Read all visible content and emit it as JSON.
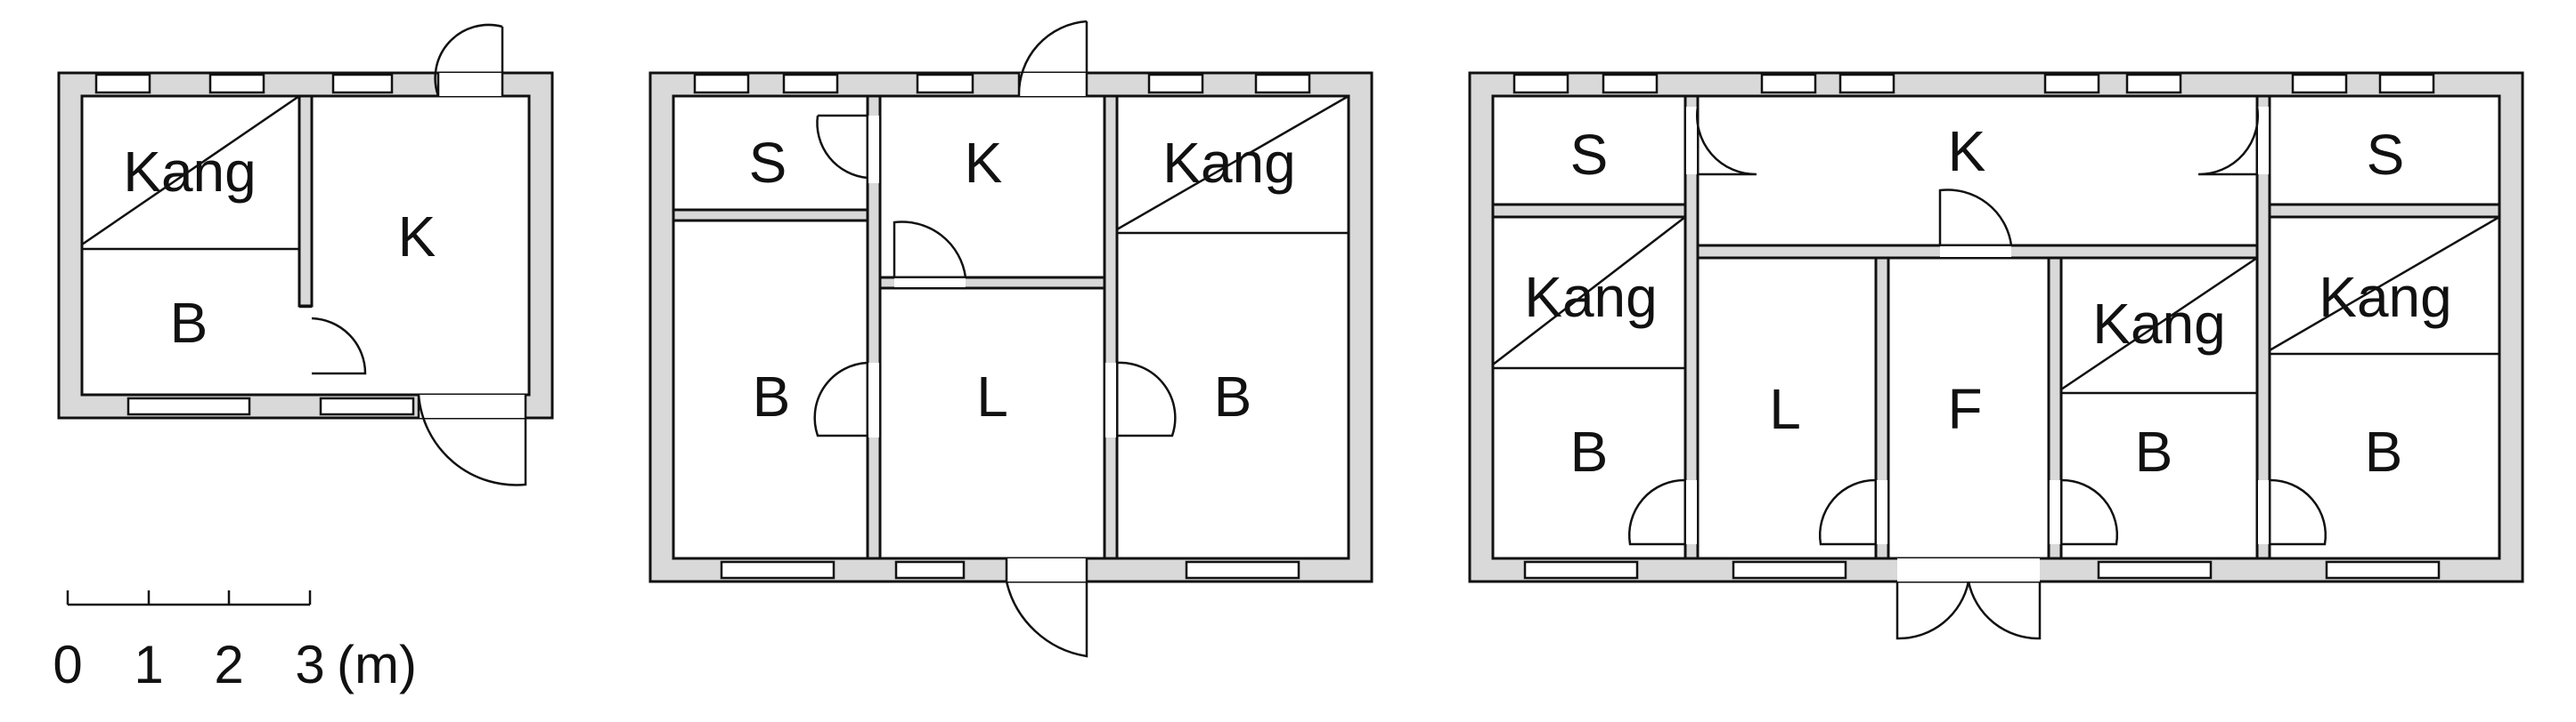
{
  "colors": {
    "wall_fill": "#d9d9d9",
    "line": "#111111",
    "background": "#ffffff"
  },
  "scale_bar": {
    "label": "0  1  2  3 (m)",
    "ticks": [
      "0",
      "1",
      "2",
      "3"
    ],
    "unit": "(m)"
  },
  "plans": [
    {
      "rooms": [
        "Kang",
        "K",
        "B"
      ]
    },
    {
      "rooms": [
        "S",
        "K",
        "Kang",
        "B",
        "L",
        "B"
      ]
    },
    {
      "rooms": [
        "S",
        "K",
        "S",
        "Kang",
        "Kang",
        "Kang",
        "L",
        "F",
        "B",
        "B",
        "B"
      ]
    }
  ]
}
